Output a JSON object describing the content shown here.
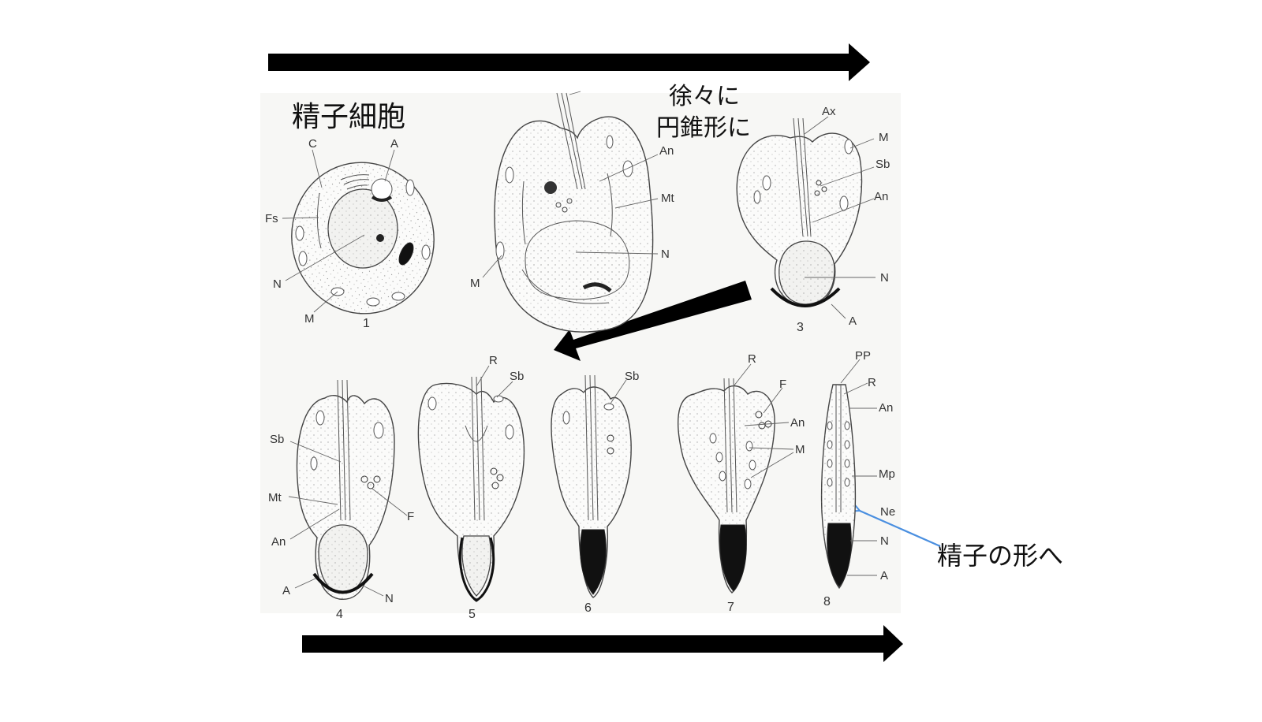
{
  "annotations": {
    "spermatid": "精子細胞",
    "gradually_line1": "徐々に",
    "gradually_line2": "円錐形に",
    "to_sperm": "精子の形へ"
  },
  "stages": {
    "s1": "1",
    "s3": "3",
    "s4": "4",
    "s5": "5",
    "s6": "6",
    "s7": "7",
    "s8": "8"
  },
  "labels": {
    "C": "C",
    "A": "A",
    "Fs": "Fs",
    "N": "N",
    "M": "M",
    "An": "An",
    "Mt": "Mt",
    "Ax": "Ax",
    "Sb": "Sb",
    "R": "R",
    "F": "F",
    "PP": "PP",
    "Mp": "Mp",
    "Ne": "Ne"
  },
  "colors": {
    "arrow": "#000000",
    "pointer": "#4a8fe0",
    "line_art": "#444444"
  }
}
